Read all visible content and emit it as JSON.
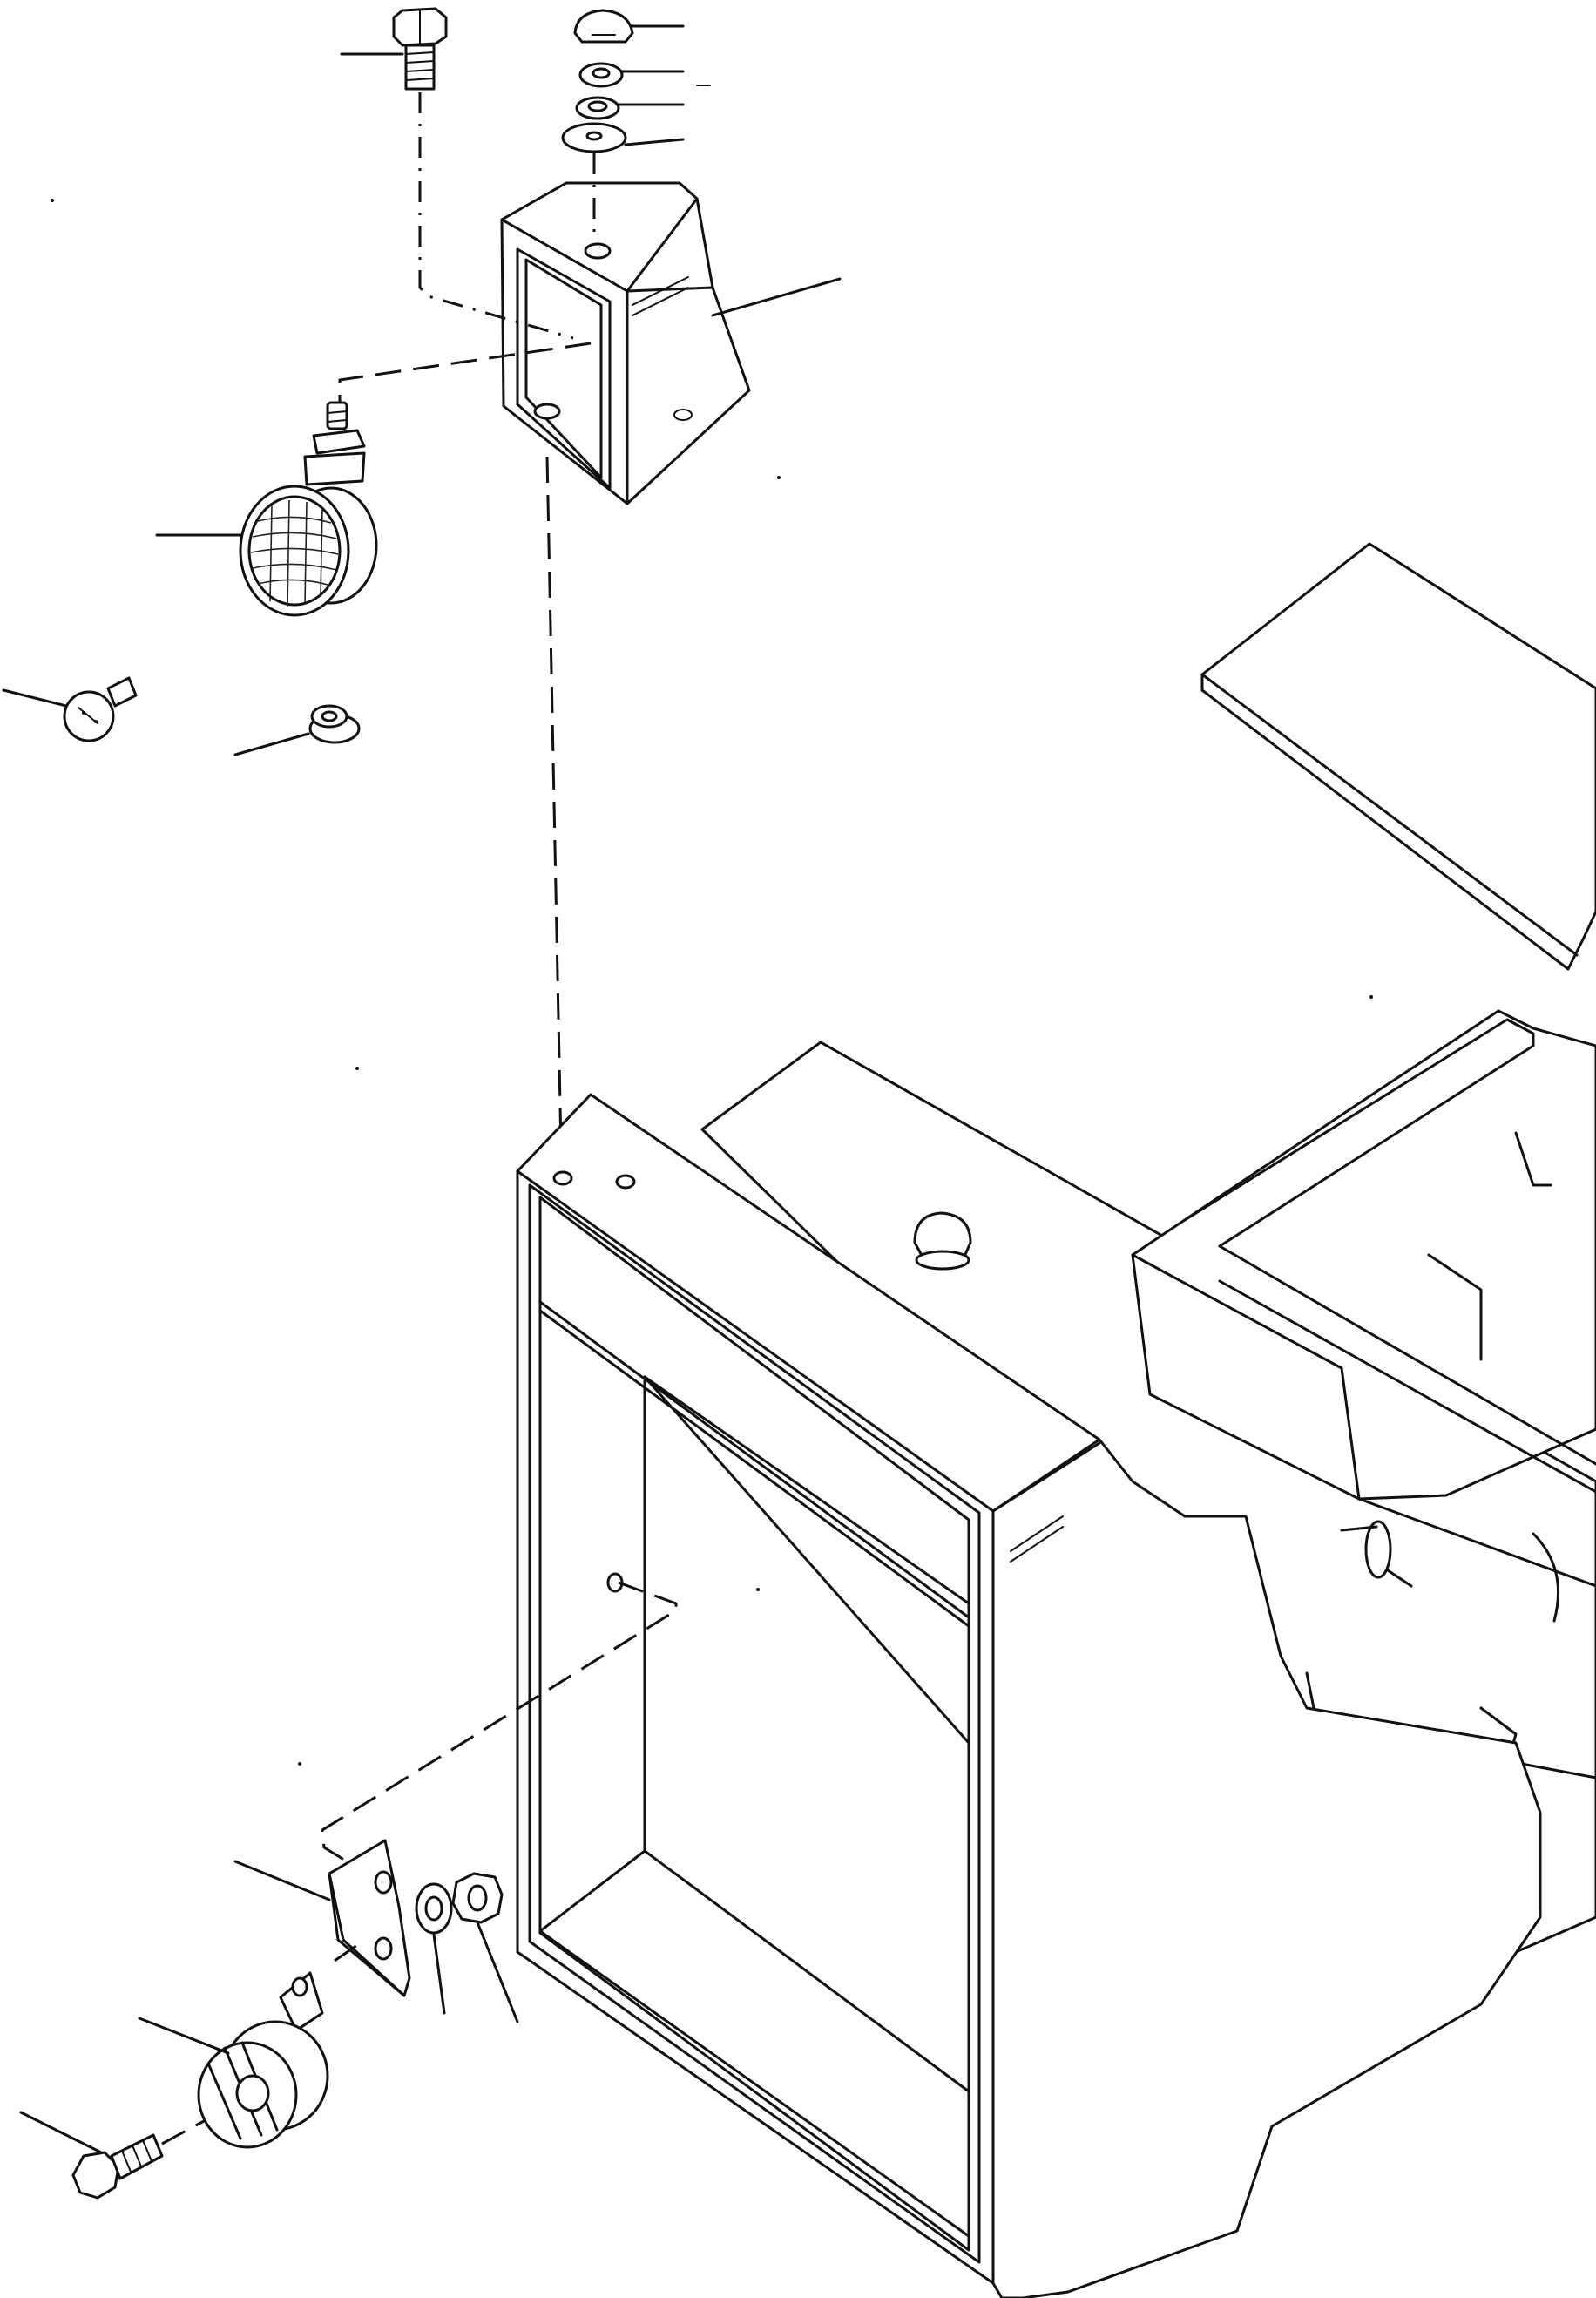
{
  "diagram": {
    "type": "exploded-parts-view",
    "colors": {
      "line": "#111111",
      "background": "#ffffff"
    },
    "parts": [
      {
        "name": "hex-bolt-top"
      },
      {
        "name": "acorn-cap-nut"
      },
      {
        "name": "hex-nut-small"
      },
      {
        "name": "lock-washer-top"
      },
      {
        "name": "flat-washer-top"
      },
      {
        "name": "mounting-bracket-box"
      },
      {
        "name": "work-lamp"
      },
      {
        "name": "lamp-bulb"
      },
      {
        "name": "rubber-grommet"
      },
      {
        "name": "angle-bracket"
      },
      {
        "name": "lock-washer-bottom"
      },
      {
        "name": "hex-nut-bottom"
      },
      {
        "name": "horn"
      },
      {
        "name": "hex-bolt-bottom"
      },
      {
        "name": "radiator-guard-housing"
      },
      {
        "name": "cab-roof-panel"
      },
      {
        "name": "frame-rail"
      }
    ]
  }
}
